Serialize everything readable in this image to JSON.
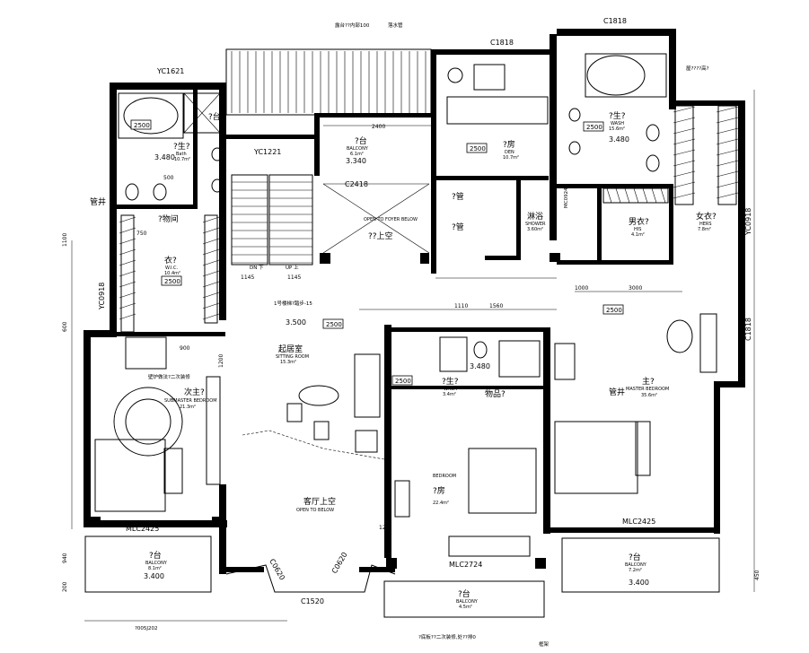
{
  "top_notes": {
    "pipe_note": "露台??内部100",
    "downpipe": "落水管",
    "roof_note": "屋????高?",
    "bottom_note_1": "?005J202",
    "bottom_note_2": "?底板??二次装修,处??排0",
    "fireplace_note": "壁炉做法?二次装修",
    "stair_note": "1号楼梯?踏步-15",
    "frame": "框架"
  },
  "windows": {
    "yc1621": "YC1621",
    "yc1221": "YC1221",
    "c1818_a": "C1818",
    "c1818_b": "C1818",
    "c1818_c": "C1818",
    "c2418": "C2418",
    "yc0918_a": "YC0918",
    "yc0918_b": "YC0918",
    "mlc2425_a": "MLC2425",
    "mlc2425_b": "MLC2425",
    "mlc2724": "MLC2724",
    "c1520": "C1520",
    "c0620_a": "C0620",
    "c0620_b": "C0620",
    "mc0924": "MC0924"
  },
  "rooms": [
    {
      "cn": "?生?",
      "en": "Bath",
      "area": "10.7m²",
      "elev": "3.480"
    },
    {
      "cn": "?物间",
      "en": "",
      "area": "",
      "elev": ""
    },
    {
      "cn": "衣?",
      "en": "W.I.C.",
      "area": "10.4m²",
      "elev": ""
    },
    {
      "cn": "次主?",
      "en": "SUBMASTER BEDROOM",
      "area": "21.3m²",
      "elev": ""
    },
    {
      "cn": "?台",
      "en": "BALCONY",
      "area": "6.1m²",
      "elev": "3.340"
    },
    {
      "cn": "?房",
      "en": "DEN",
      "area": "10.7m²",
      "elev": ""
    },
    {
      "cn": "?生?",
      "en": "WASH",
      "area": "15.6m²",
      "elev": "3.480"
    },
    {
      "cn": "淋浴",
      "en": "SHOWER",
      "area": "3.60m²",
      "elev": ""
    },
    {
      "cn": "男衣?",
      "en": "HIS",
      "area": "4.1m²",
      "elev": ""
    },
    {
      "cn": "女衣?",
      "en": "HERS",
      "area": "7.8m²",
      "elev": ""
    },
    {
      "cn": "起居室",
      "en": "SITTING ROOM",
      "area": "15.3m²",
      "elev": "3.500"
    },
    {
      "cn": "主?",
      "en": "MASTER BEDROOM",
      "area": "35.6m²",
      "elev": ""
    },
    {
      "cn": "?生?",
      "en": "WASH",
      "area": "3.4m²",
      "elev": "3.480"
    },
    {
      "cn": "物品?",
      "en": "",
      "area": "",
      "elev": ""
    },
    {
      "cn": "?房",
      "en": "BEDROOM",
      "area": "22.4m²",
      "elev": ""
    },
    {
      "cn": "客厅上空",
      "en": "OPEN TO BELOW",
      "area": "",
      "elev": ""
    },
    {
      "cn": "?台",
      "en": "BALCONY",
      "area": "8.1m²",
      "elev": "3.400"
    },
    {
      "cn": "?台",
      "en": "BALCONY",
      "area": "4.5m²",
      "elev": ""
    },
    {
      "cn": "?台",
      "en": "BALCONY",
      "area": "7.2m²",
      "elev": "3.400"
    }
  ],
  "misc_labels": {
    "open_foyer": "OPEN TO FOYER BELOW",
    "foyer_above": "??上空",
    "pipe_well_1": "管井",
    "pipe_well_2": "管井",
    "pipe_well_3": "?管",
    "pipe_well_4": "?管",
    "stair_down": "DN 下",
    "stair_up": "UP 上",
    "counter_1": "?台?",
    "tag_2500": "2500"
  },
  "dimensions": {
    "d2400": "2400",
    "d1145a": "1145",
    "d1145b": "1145",
    "d1110": "1110",
    "d1560": "1560",
    "d900": "900",
    "d1000": "1000",
    "d3000": "3000",
    "d750": "750",
    "d500": "500",
    "d600": "600",
    "d1100": "1100",
    "d1200": "1200",
    "d940": "940",
    "d200": "200",
    "d450": "450",
    "d120": "120"
  }
}
